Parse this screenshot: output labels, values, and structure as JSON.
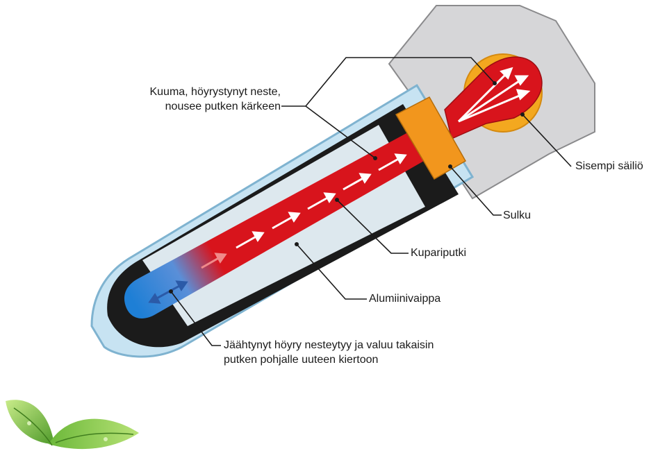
{
  "labels": {
    "hot_vapor_line1": "Kuuma, höyrystynyt neste,",
    "hot_vapor_line2": "nousee putken kärkeen",
    "inner_tank": "Sisempi säiliö",
    "seal": "Sulku",
    "copper_pipe": "Kupariputki",
    "aluminium_jacket": "Alumiinivaippa",
    "cooled_line1": "Jäähtynyt höyry nesteytyy ja valuu takaisin",
    "cooled_line2": "putken pohjalle uuteen kiertoon"
  },
  "colors": {
    "glass": "#c7e3f2",
    "glass_edge": "#7fb3d0",
    "black_jacket": "#1b1b1b",
    "aluminium": "#dde8ee",
    "copper_hot": "#d8141c",
    "copper_cold": "#1e7fd6",
    "seal": "#f2961d",
    "tank": "#d6d6d8",
    "tank_halo": "#f3a81f",
    "leaf": "#7cc242"
  },
  "icons": {
    "decoration": "leaf-icon"
  }
}
